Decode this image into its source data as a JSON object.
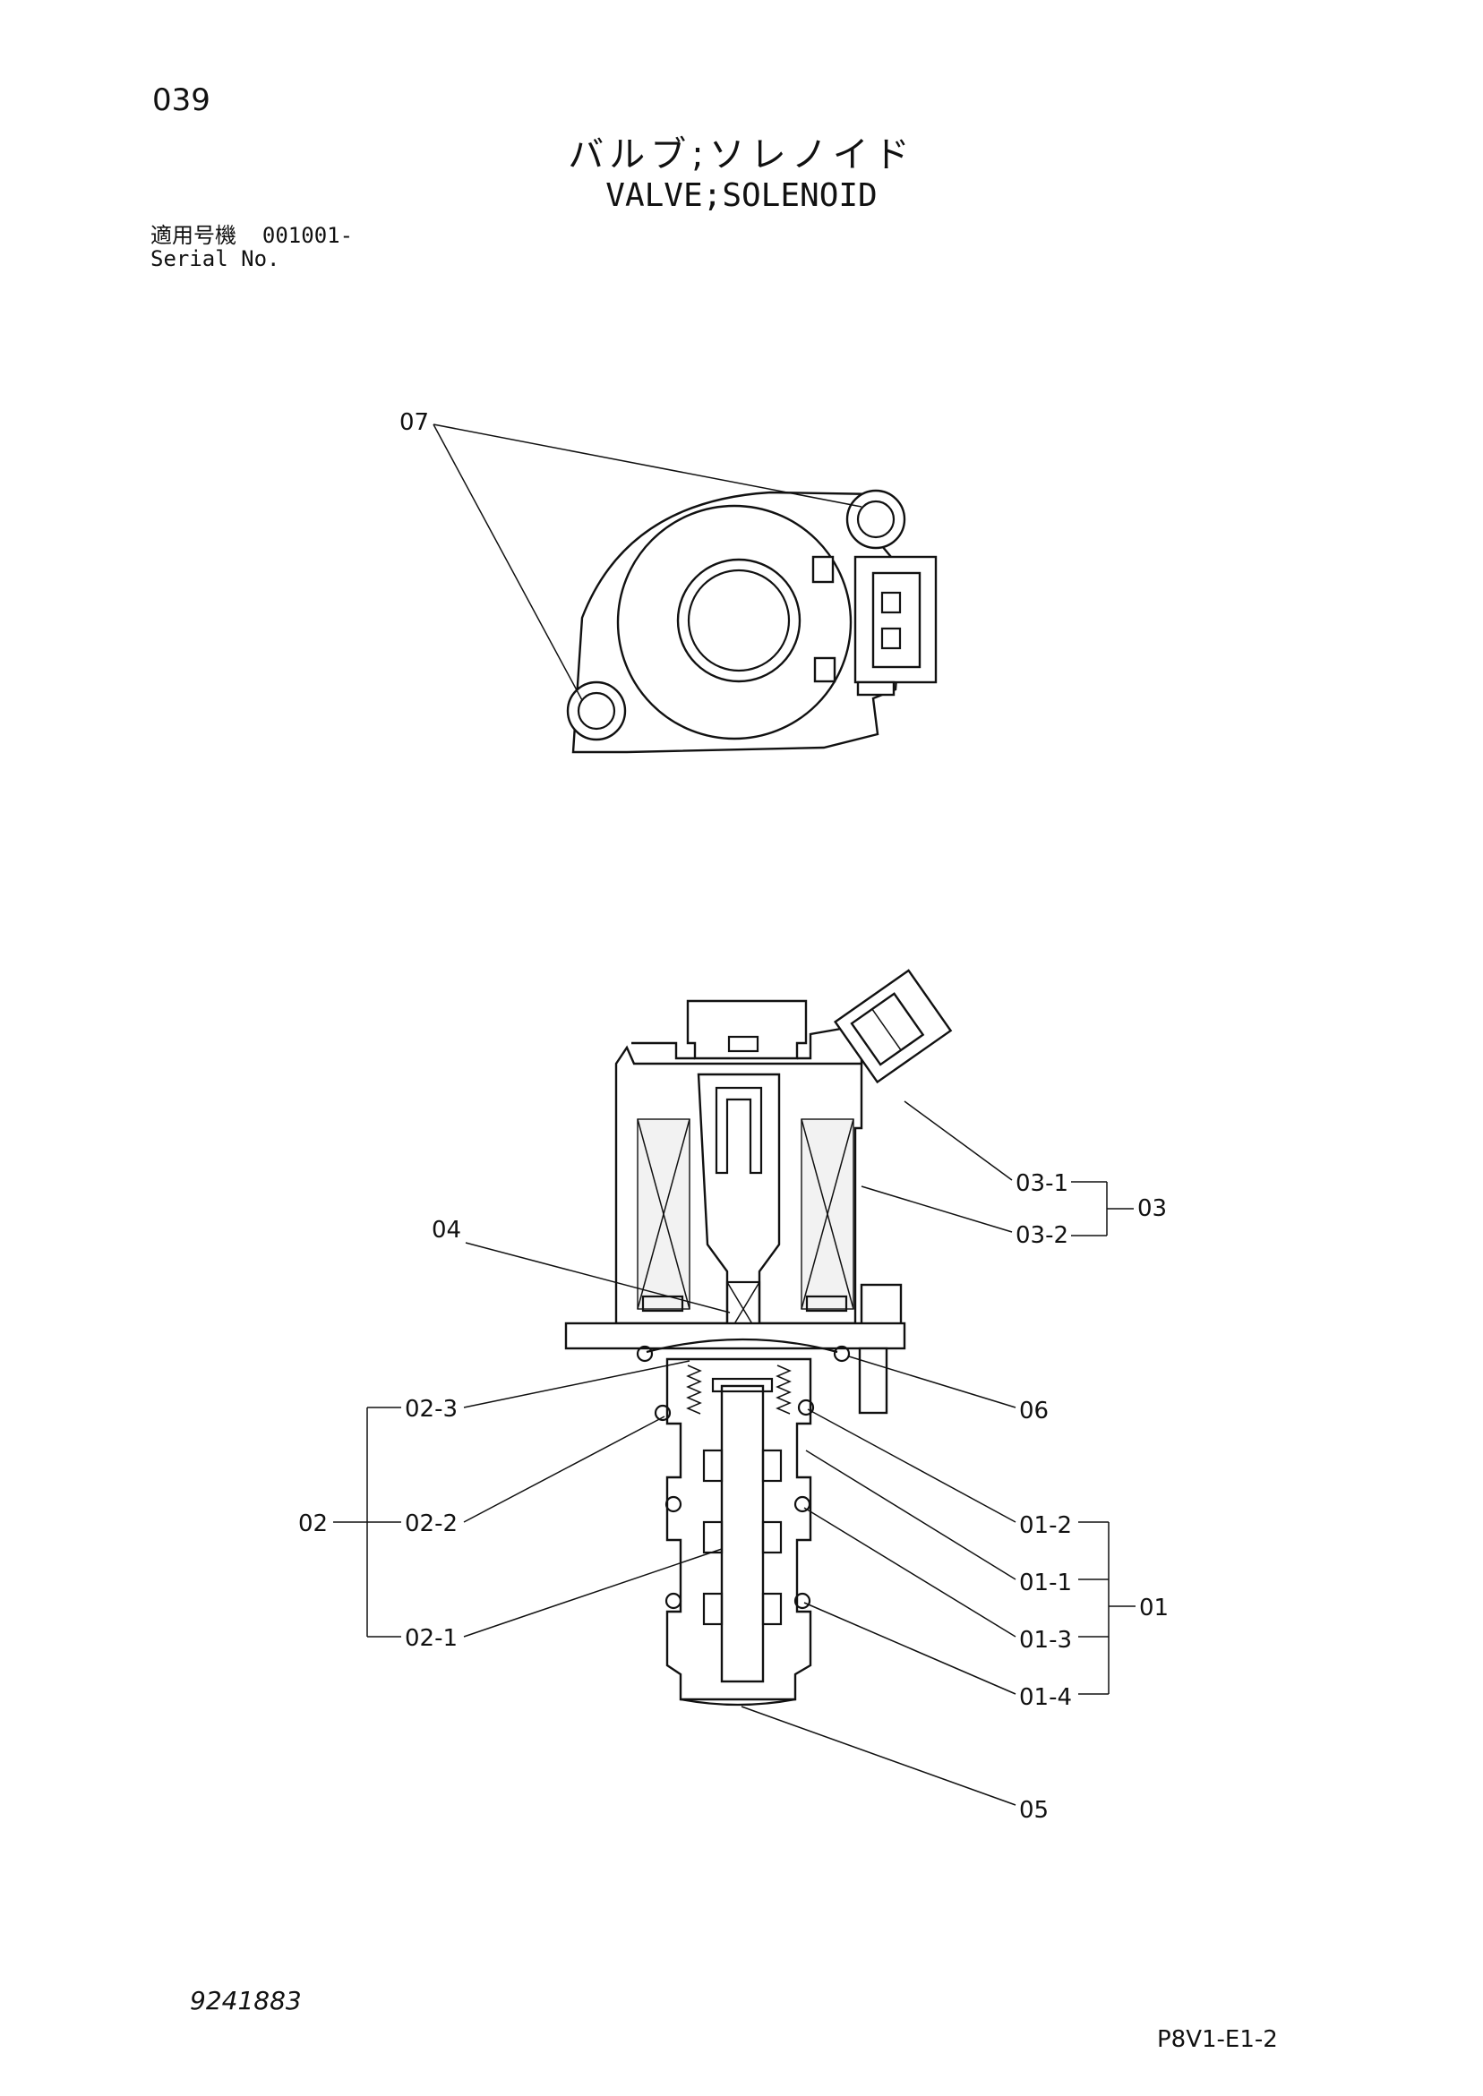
{
  "header": {
    "page_number": "039",
    "title_jp": "バルブ;ソレノイド",
    "title_en": "VALVE;SOLENOID",
    "serial_label_jp": "適用号機",
    "serial_value": "001001-",
    "serial_label_en": "Serial No."
  },
  "callouts": {
    "c07": "07",
    "c04": "04",
    "c03_1": "03-1",
    "c03_2": "03-2",
    "c03": "03",
    "c06": "06",
    "c02_3": "02-3",
    "c02_2": "02-2",
    "c02_1": "02-1",
    "c02": "02",
    "c01_2": "01-2",
    "c01_1": "01-1",
    "c01_3": "01-3",
    "c01_4": "01-4",
    "c01": "01",
    "c05": "05"
  },
  "footer": {
    "doc_number": "9241883",
    "page_code": "P8V1-E1-2"
  }
}
